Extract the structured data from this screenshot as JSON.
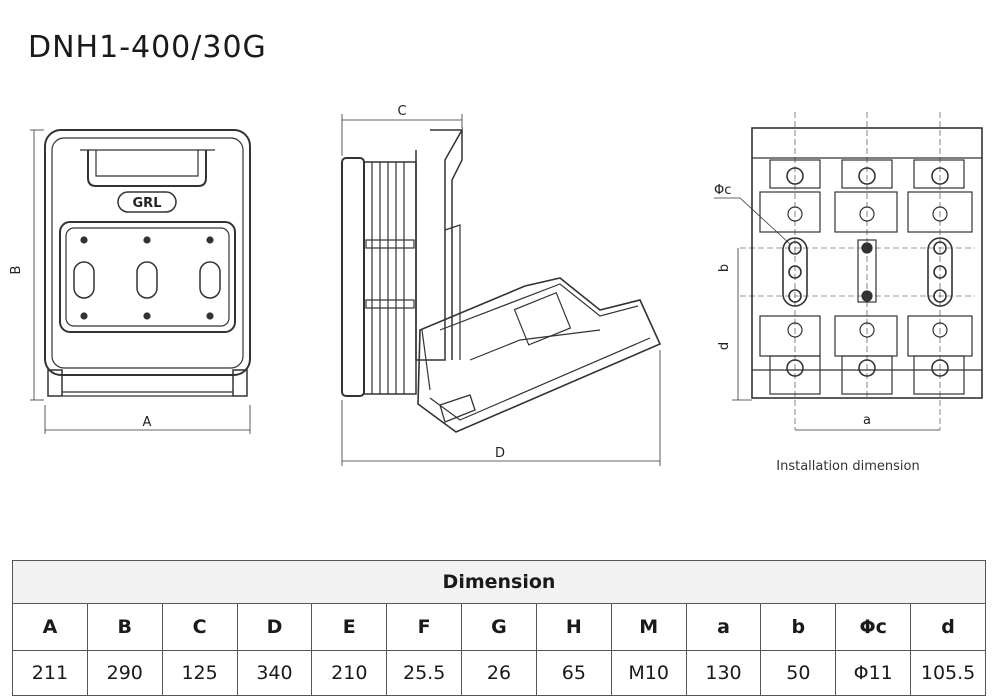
{
  "title": "DNH1-400/30G",
  "logo_text": "GRL",
  "front_view": {
    "dim_width": "A",
    "dim_height": "B"
  },
  "side_view": {
    "dim_top": "C",
    "dim_bottom": "D"
  },
  "install_view": {
    "label_hole": "Φc",
    "label_b": "b",
    "label_d": "d",
    "label_a": "a",
    "caption": "Installation dimension"
  },
  "table": {
    "caption": "Dimension",
    "headers": [
      "A",
      "B",
      "C",
      "D",
      "E",
      "F",
      "G",
      "H",
      "M",
      "a",
      "b",
      "Φc",
      "d"
    ],
    "values": [
      "211",
      "290",
      "125",
      "340",
      "210",
      "25.5",
      "26",
      "65",
      "M10",
      "130",
      "50",
      "Φ11",
      "105.5"
    ]
  }
}
